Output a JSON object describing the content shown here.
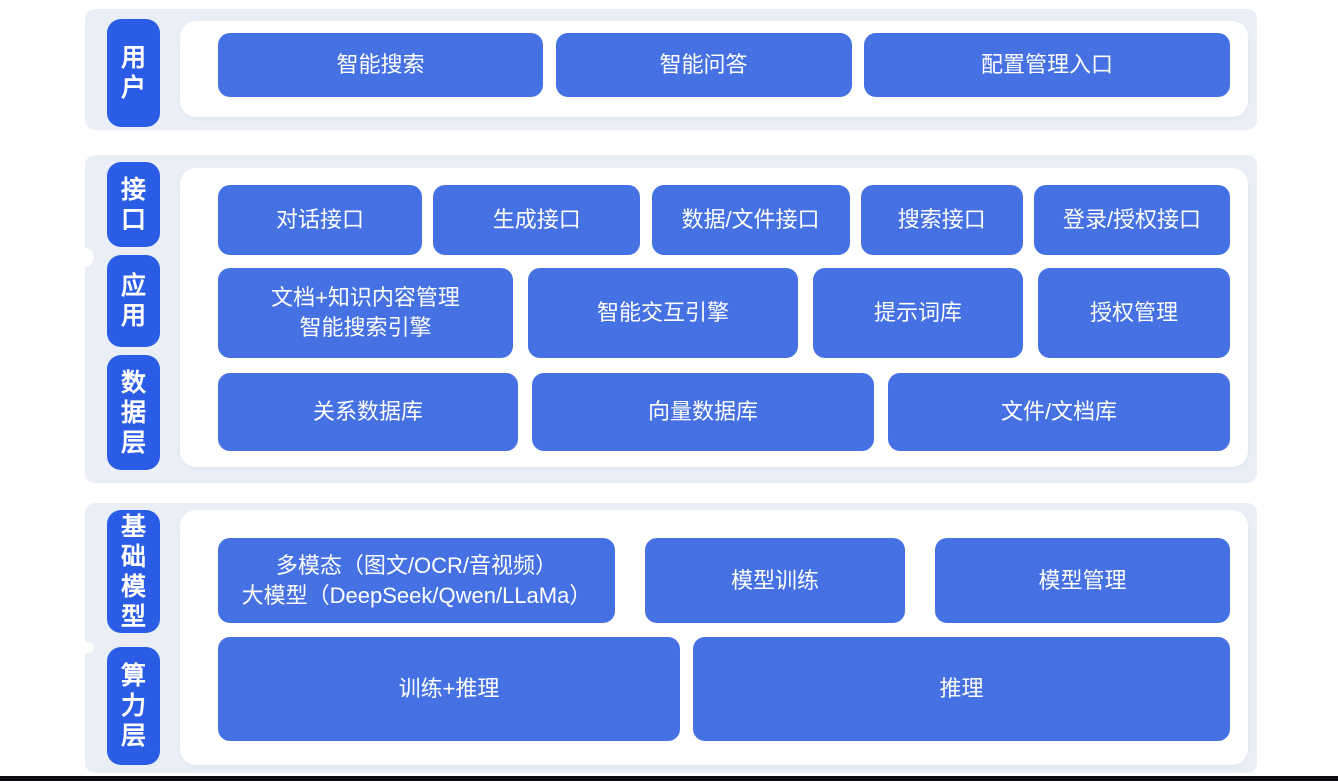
{
  "colors": {
    "layer_label_blue": "#2B5CE6",
    "node_blue": "#4571E3",
    "panel_background": "#EAEFF7",
    "card_background": "#FFFFFF",
    "text_white": "#FFFFFF",
    "bottom_bar": "#0B0C10"
  },
  "sections": [
    {
      "labels": [
        "用户"
      ],
      "rows": [
        [
          "智能搜索",
          "智能问答",
          "配置管理入口"
        ]
      ]
    },
    {
      "labels": [
        "接口",
        "应用",
        "数据层"
      ],
      "rows": [
        [
          "对话接口",
          "生成接口",
          "数据/文件接口",
          "搜索接口",
          "登录/授权接口"
        ],
        [
          "文档+知识内容管理\n智能搜索引擎",
          "智能交互引擎",
          "提示词库",
          "授权管理"
        ],
        [
          "关系数据库",
          "向量数据库",
          "文件/文档库"
        ]
      ]
    },
    {
      "labels": [
        "基础模型",
        "算力层"
      ],
      "rows": [
        [
          "多模态（图文/OCR/音视频）\n大模型（DeepSeek/Qwen/LLaMa）",
          "模型训练",
          "模型管理"
        ],
        [
          "训练+推理",
          "推理"
        ]
      ]
    }
  ]
}
